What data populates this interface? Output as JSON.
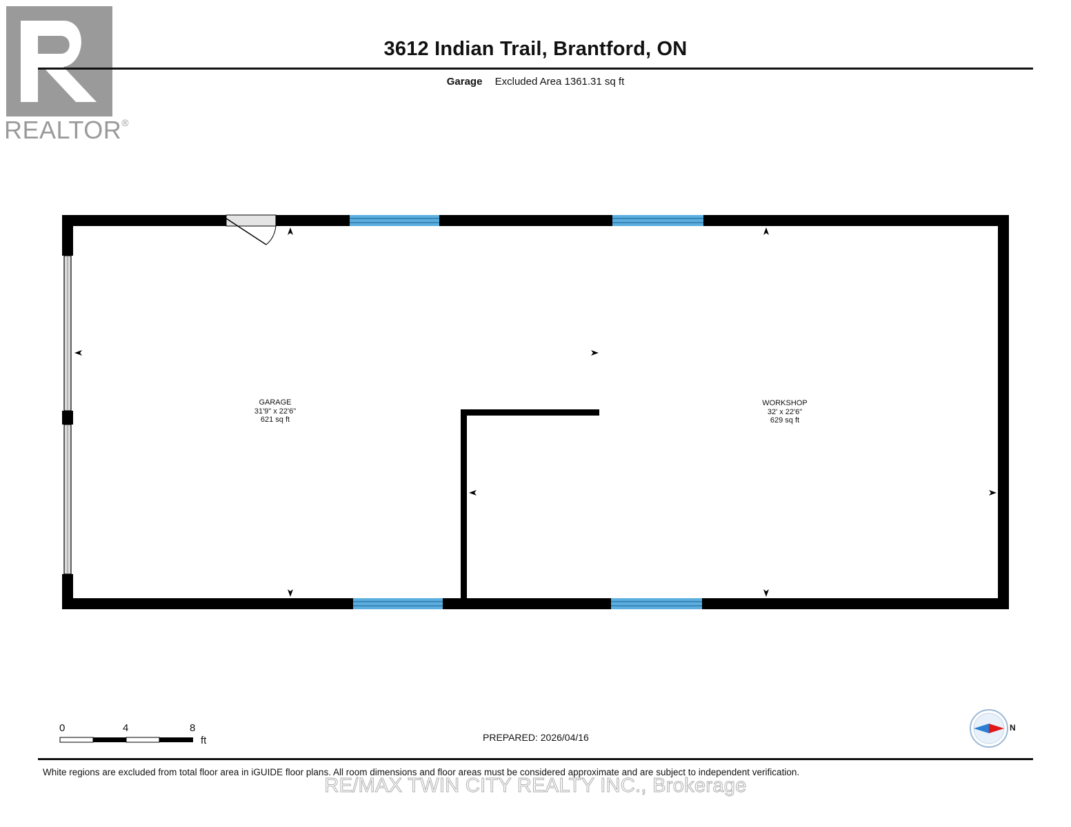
{
  "header": {
    "title": "3612 Indian Trail, Brantford, ON",
    "area_label": "Garage",
    "area_value": "Excluded Area 1361.31 sq ft"
  },
  "logo": {
    "text": "REALTOR",
    "mark": "®"
  },
  "rooms": [
    {
      "name": "GARAGE",
      "dimensions": "31'9\" x 22'6\"",
      "area": "621 sq ft"
    },
    {
      "name": "WORKSHOP",
      "dimensions": "32' x 22'6\"",
      "area": "629 sq ft"
    }
  ],
  "scale": {
    "labels": [
      "0",
      "4",
      "8"
    ],
    "unit": "ft"
  },
  "compass": {
    "label": "N"
  },
  "prepared": "PREPARED: 2026/04/16",
  "disclaimer": "White regions are excluded from total floor area in iGUIDE floor plans. All room dimensions and floor areas must be considered approximate and are subject to independent verification.",
  "watermark": "RE/MAX TWIN CITY REALTY INC., Brokerage",
  "colors": {
    "wall": "#000000",
    "window": "#5aaee0",
    "logo_gray": "#9a9a9a",
    "compass_red": "#e01818",
    "compass_blue": "#2a7fd4"
  }
}
